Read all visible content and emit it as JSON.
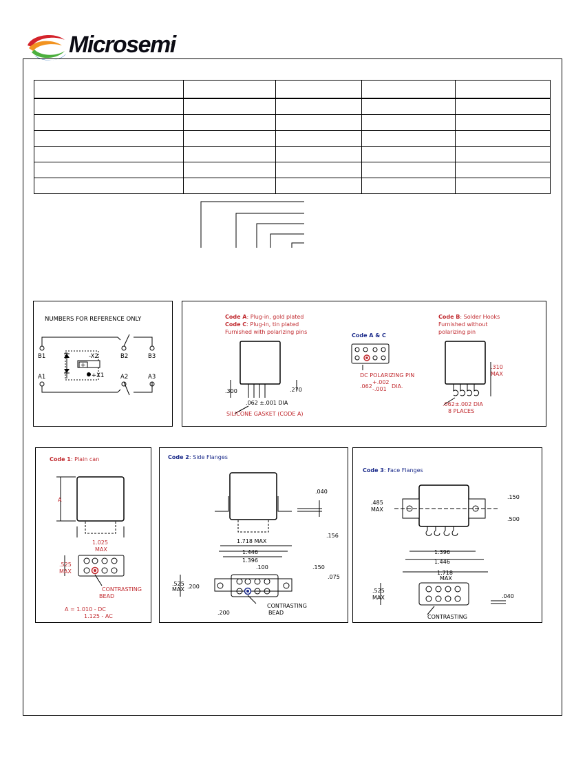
{
  "brand": {
    "name": "Microsemi",
    "registered_mark": "®",
    "colors": {
      "red": "#d4232b",
      "orange": "#f29320",
      "green": "#4caf3e",
      "blue": "#1565b7",
      "dark": "#0b0b14"
    }
  },
  "spec_table": {
    "rows": [
      [
        "",
        "",
        "",
        "",
        ""
      ],
      [
        "",
        "",
        "",
        "",
        ""
      ],
      [
        "",
        "",
        "",
        "",
        ""
      ],
      [
        "",
        "",
        "",
        "",
        ""
      ],
      [
        "",
        "",
        "",
        "",
        ""
      ],
      [
        "",
        "",
        "",
        "",
        ""
      ],
      [
        "",
        "",
        "",
        "",
        ""
      ]
    ]
  },
  "schematic": {
    "title": "NUMBERS FOR REFERENCE ONLY",
    "pins": {
      "b1": "B1",
      "b2": "B2",
      "b3": "B3",
      "a1": "A1",
      "a2": "A2",
      "a3": "A3",
      "x2": "-X2",
      "x1": "+X1",
      "plus": "+"
    }
  },
  "terminals": {
    "code_a_label": "Code A",
    "code_a_desc": ": Plug-in, gold plated",
    "code_c_label": "Code C",
    "code_c_desc": ": Plug-in, tin plated",
    "furnished": "Furnished with polarizing pins",
    "dim_300": ".300",
    "dim_270": ".270",
    "pin_dia": ".062 ±.001 DIA",
    "gasket": "SILICONE GASKET (CODE A)",
    "code_ac": "Code A & C",
    "dc_pin": "DC POLARIZING PIN",
    "dc_dia_base": ".062",
    "dc_dia_plus": "+.002",
    "dc_dia_minus": "-.001",
    "dc_dia_unit": "DIA.",
    "code_b_label": "Code B",
    "code_b_desc": ": Solder Hooks",
    "code_b_l2": "Furnished without",
    "code_b_l3": "polarizing pin",
    "dim_310": ".310",
    "max": "MAX",
    "hook_dia": ".062±.002 DIA",
    "hook_places": "8 PLACES"
  },
  "mount1": {
    "title_code": "Code 1",
    "title_desc": ": Plain can",
    "dim_a": "A",
    "dim_1025": "1.025",
    "max": "MAX",
    "dim_525": ".525",
    "contrasting": "CONTRASTING",
    "bead": "BEAD",
    "note_dc": "A  =  1.010  -  DC",
    "note_ac": "1.125  -  AC"
  },
  "mount2": {
    "title_code": "Code 2",
    "title_desc": ": Side Flanges",
    "dim_040": ".040",
    "dim_156": ".156",
    "dim_1718": "1.718 MAX",
    "dim_1446": "1.446",
    "dim_1396": "1.396",
    "dim_100": ".100",
    "dim_150": ".150",
    "dim_075": ".075",
    "dim_525": ".525",
    "max": "MAX",
    "dim_200a": ".200",
    "dim_200b": ".200",
    "contrasting": "CONTRASTING",
    "bead": "BEAD"
  },
  "mount3": {
    "title_code": "Code 3",
    "title_desc": ": Face Flanges",
    "dim_485": ".485",
    "max": "MAX",
    "dim_150": ".150",
    "dim_500": ".500",
    "dim_1396": "1.396",
    "dim_1446": "1.446",
    "dim_1718": "1.718",
    "dim_525": ".525",
    "dim_040": ".040",
    "contrasting": "CONTRASTING"
  }
}
